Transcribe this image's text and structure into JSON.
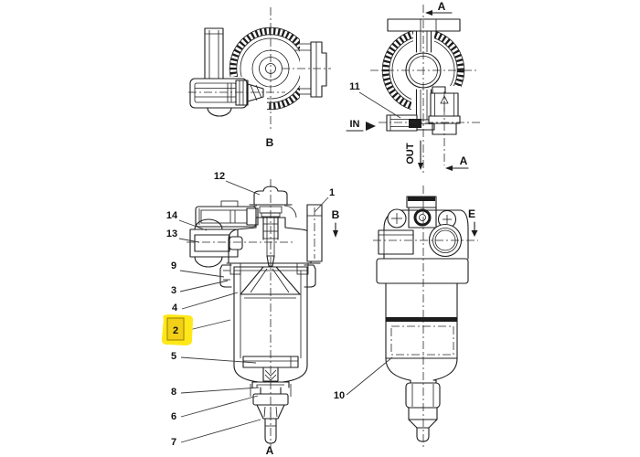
{
  "figure": {
    "type": "fuel-filter-parts-diagram",
    "background": "#ffffff",
    "line_color": "#1c1c1c",
    "highlight_color": "#ffe819",
    "selected_part": "2"
  },
  "callouts": {
    "c1": "1",
    "c2": "2",
    "c3": "3",
    "c4": "4",
    "c5": "5",
    "c6": "6",
    "c7": "7",
    "c8": "8",
    "c9": "9",
    "c10": "10",
    "c11": "11",
    "c12": "12",
    "c13": "13",
    "c14": "14"
  },
  "view_markers": {
    "section_a_top": "A",
    "section_a_bottom": "A",
    "view_a_bottom": "A",
    "view_b_top_left": "B",
    "section_b_arrow": "B",
    "view_e": "E"
  },
  "flow_labels": {
    "inlet": "IN",
    "outlet": "OUT"
  }
}
